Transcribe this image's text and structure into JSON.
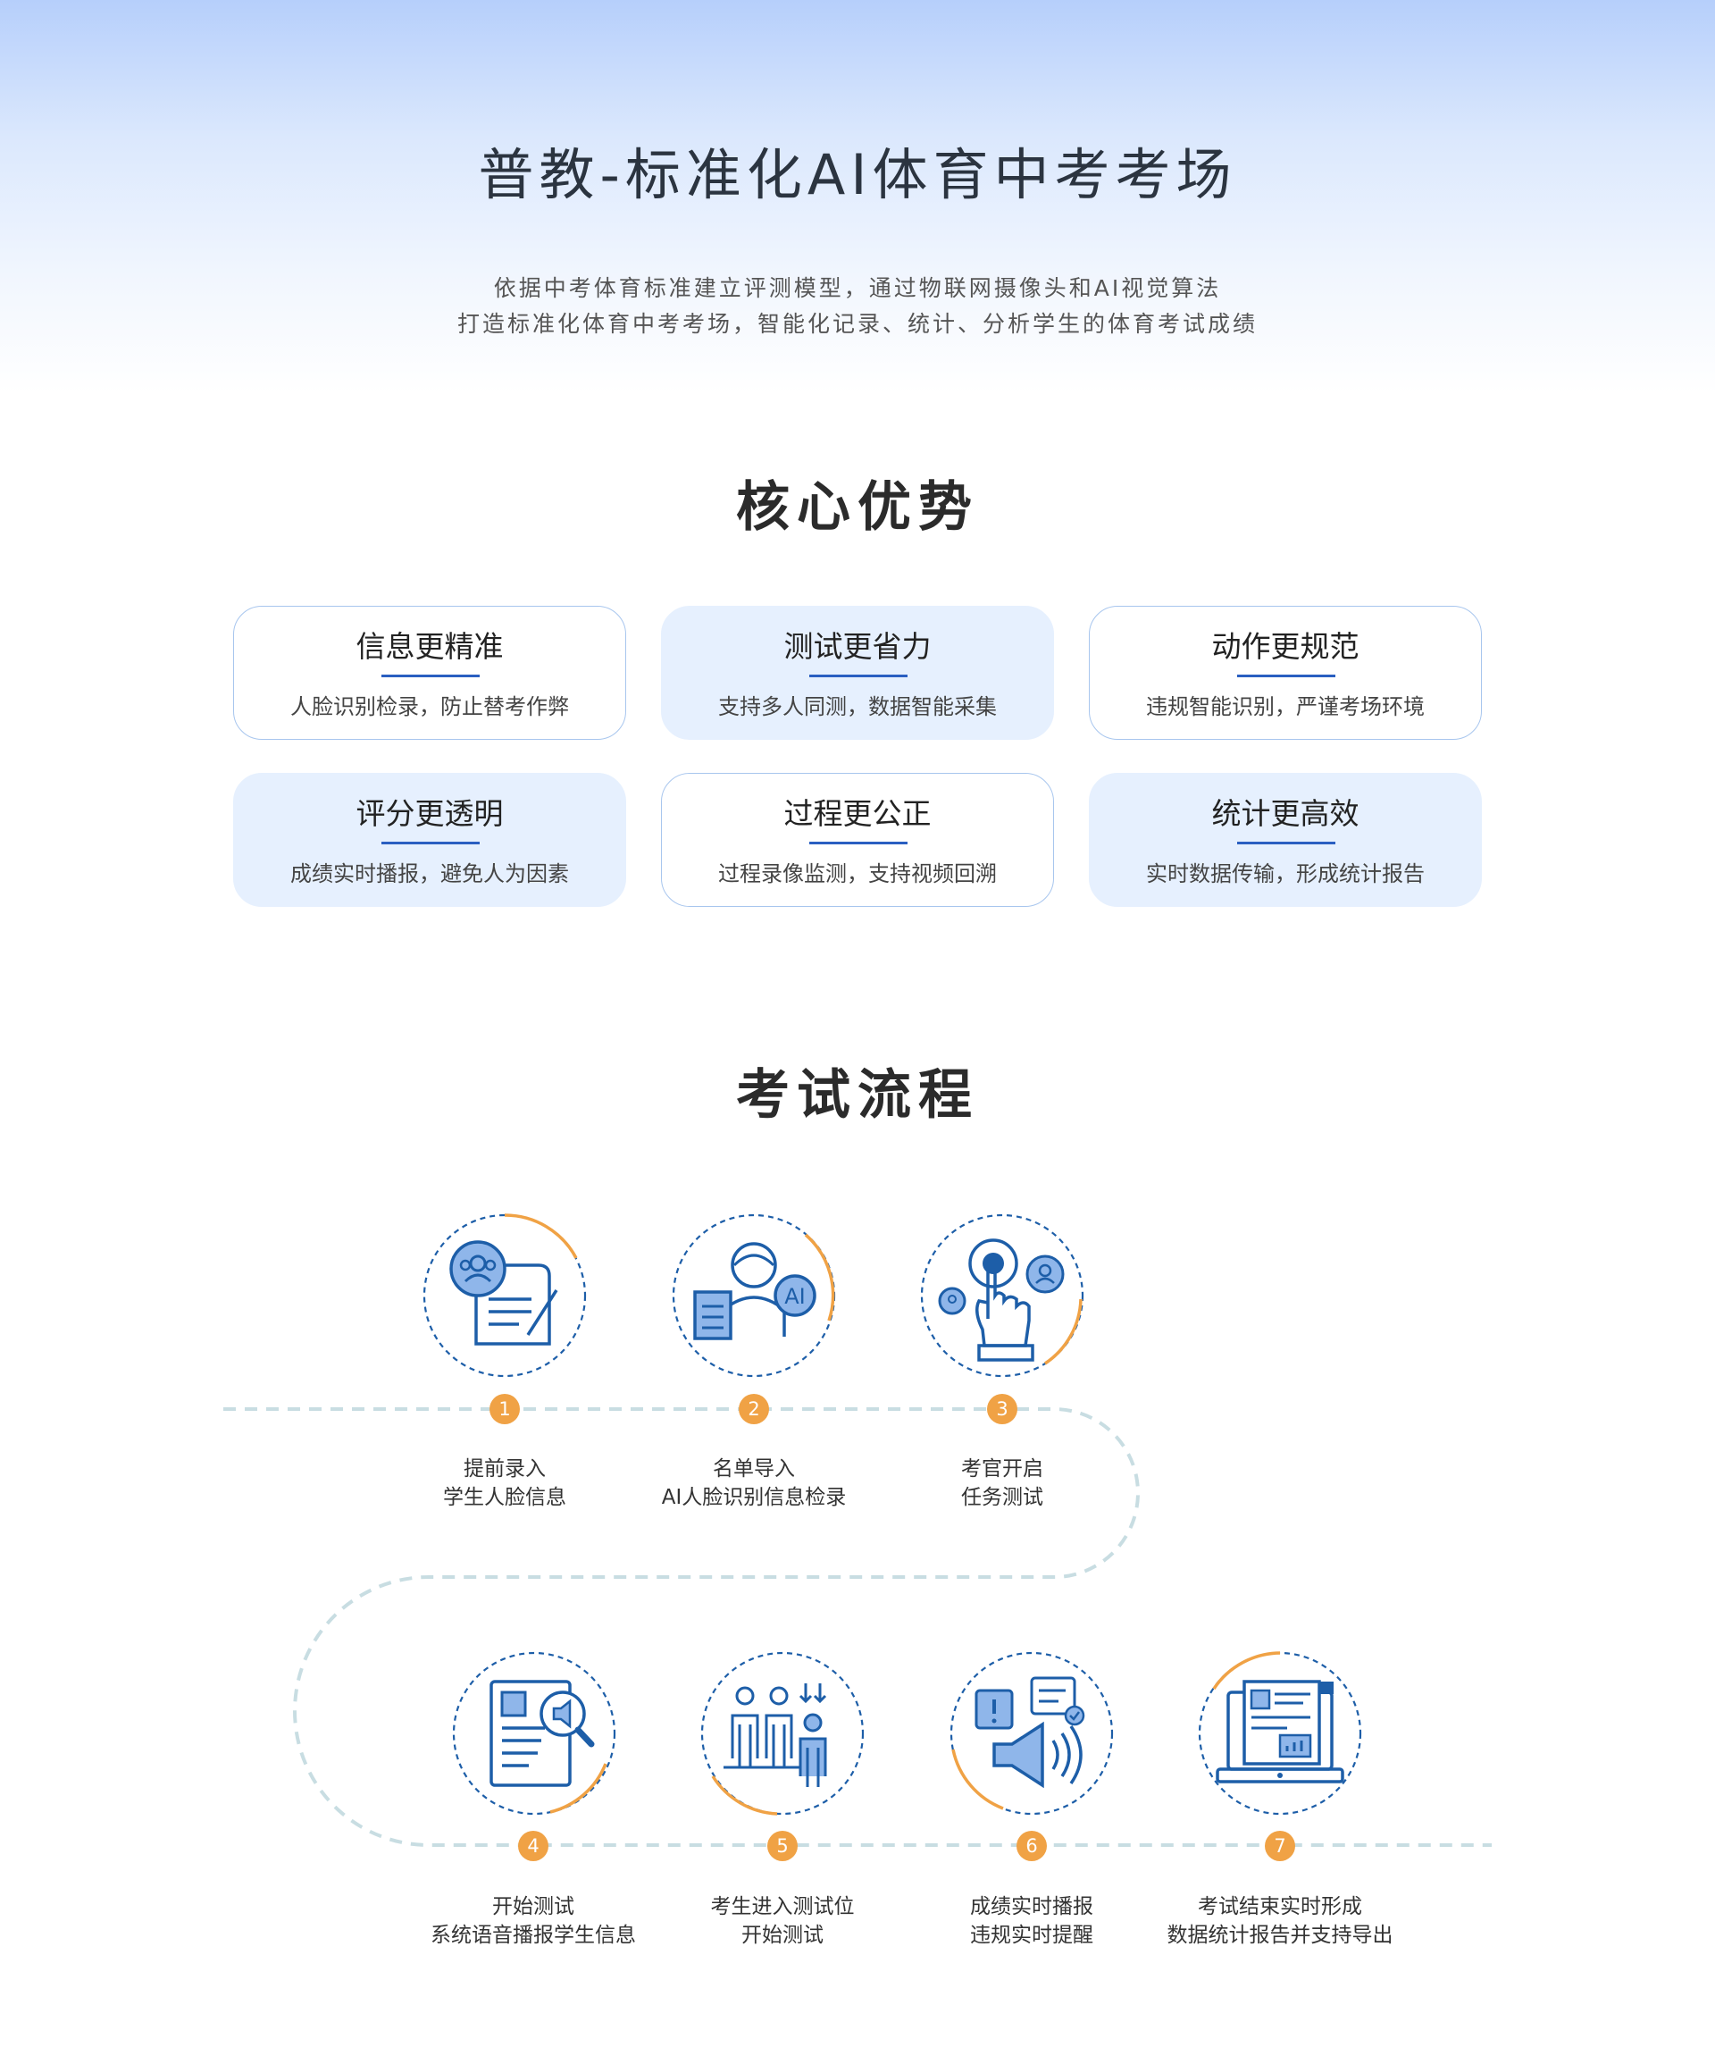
{
  "hero": {
    "title": "普教-标准化AI体育中考考场",
    "subtitle_line1": "依据中考体育标准建立评测模型，通过物联网摄像头和AI视觉算法",
    "subtitle_line2": "打造标准化体育中考考场，智能化记录、统计、分析学生的体育考试成绩"
  },
  "advantages": {
    "title": "核心优势",
    "cards": [
      {
        "title": "信息更精准",
        "desc": "人脸识别检录，防止替考作弊"
      },
      {
        "title": "测试更省力",
        "desc": "支持多人同测，数据智能采集"
      },
      {
        "title": "动作更规范",
        "desc": "违规智能识别，严谨考场环境"
      },
      {
        "title": "评分更透明",
        "desc": "成绩实时播报，避免人为因素"
      },
      {
        "title": "过程更公正",
        "desc": "过程录像监测，支持视频回溯"
      },
      {
        "title": "统计更高效",
        "desc": "实时数据传输，形成统计报告"
      }
    ]
  },
  "process": {
    "title": "考试流程",
    "steps": [
      {
        "num": "1",
        "line1": "提前录入",
        "line2": "学生人脸信息",
        "icon": "face-enroll-icon"
      },
      {
        "num": "2",
        "line1": "名单导入",
        "line2": "AI人脸识别信息检录",
        "icon": "ai-recognition-icon"
      },
      {
        "num": "3",
        "line1": "考官开启",
        "line2": "任务测试",
        "icon": "start-task-icon"
      },
      {
        "num": "4",
        "line1": "开始测试",
        "line2": "系统语音播报学生信息",
        "icon": "voice-broadcast-icon"
      },
      {
        "num": "5",
        "line1": "考生进入测试位",
        "line2": "开始测试",
        "icon": "enter-position-icon"
      },
      {
        "num": "6",
        "line1": "成绩实时播报",
        "line2": "违规实时提醒",
        "icon": "score-alert-icon"
      },
      {
        "num": "7",
        "line1": "考试结束实时形成",
        "line2": "数据统计报告并支持导出",
        "icon": "report-export-icon"
      }
    ]
  },
  "colors": {
    "accent_blue": "#1d5ea8",
    "accent_orange": "#f0a245",
    "light_blue_fill": "#e6f0fe",
    "track": "#c8dde2"
  }
}
